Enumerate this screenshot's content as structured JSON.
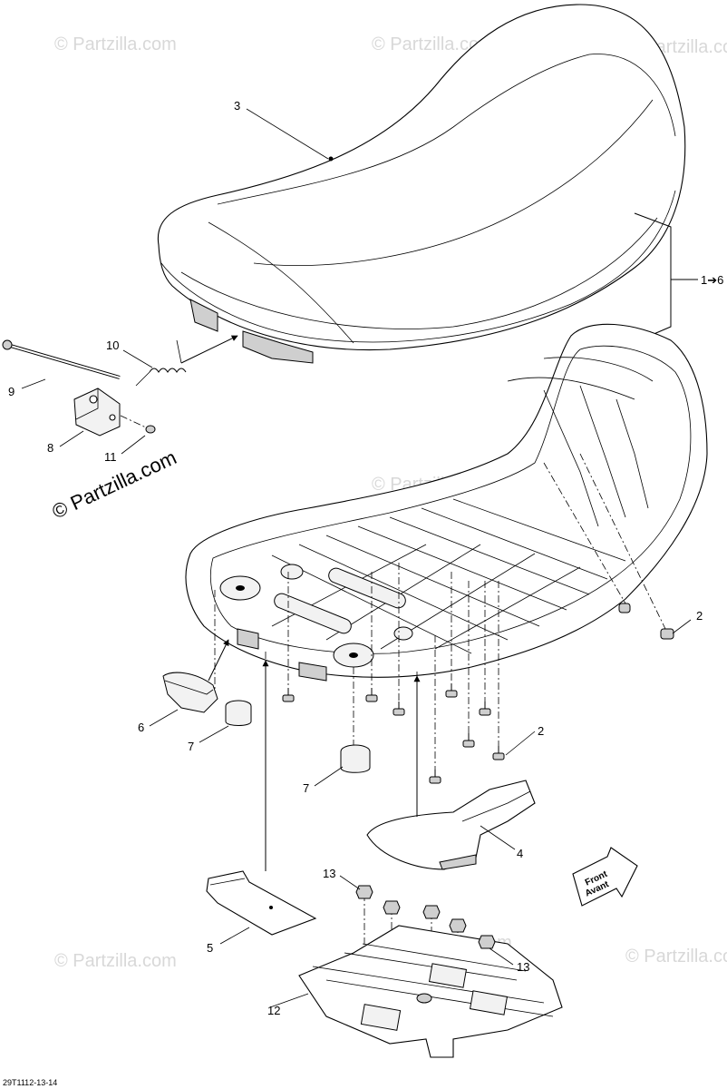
{
  "watermark": {
    "main": "© Partzilla.com",
    "faint": "© Partzilla.com"
  },
  "callouts": {
    "c1": "1➔6",
    "c2a": "2",
    "c2b": "2",
    "c3": "3",
    "c4": "4",
    "c5": "5",
    "c6": "6",
    "c7a": "7",
    "c7b": "7",
    "c8": "8",
    "c9": "9",
    "c10": "10",
    "c11": "11",
    "c12": "12",
    "c13a": "13",
    "c13b": "13"
  },
  "front_arrow": {
    "line1": "Front",
    "line2": "Avant"
  },
  "reference_code": "29T1112-13-14"
}
